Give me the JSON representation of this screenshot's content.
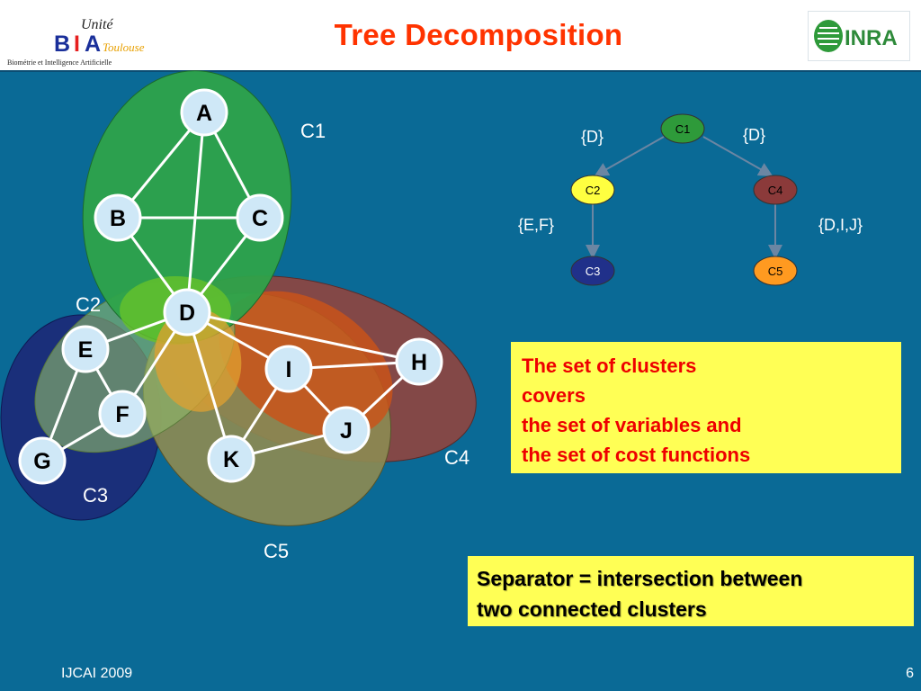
{
  "header": {
    "title": "Tree Decomposition",
    "logo_left": {
      "text_top": "Unité",
      "text_main_b": "B",
      "text_main_i": "I",
      "text_main_a": "A",
      "text_script": "Toulouse",
      "subtitle": "Biométrie et Intelligence Artificielle"
    },
    "logo_right": {
      "text": "INRA"
    }
  },
  "graph": {
    "nodes": [
      "A",
      "B",
      "C",
      "D",
      "E",
      "F",
      "G",
      "H",
      "I",
      "J",
      "K"
    ],
    "clusters": [
      "C1",
      "C2",
      "C3",
      "C4",
      "C5"
    ],
    "cluster_colors": {
      "C1": "#2ea34a",
      "C2": "#8eb86a",
      "C3": "#1a2f7a",
      "C4": "#8a4742",
      "C5": "#8c8a52"
    }
  },
  "tree": {
    "nodes": [
      "C1",
      "C2",
      "C4",
      "C3",
      "C5"
    ],
    "node_colors": {
      "C1": "#2e9a3a",
      "C2": "#ffff40",
      "C4": "#8b3a3a",
      "C3": "#20308a",
      "C5": "#ff9a20"
    },
    "separators": [
      "{D}",
      "{D}",
      "{E,F}",
      "{D,I,J}"
    ]
  },
  "boxes": {
    "clusters_lines": [
      "The set of clusters",
      "covers",
      "the set of variables and",
      "the set of cost functions"
    ],
    "separator_lines": [
      "Separator = intersection between",
      "two connected clusters"
    ]
  },
  "footer": {
    "left": "IJCAI 2009",
    "right": "6"
  }
}
